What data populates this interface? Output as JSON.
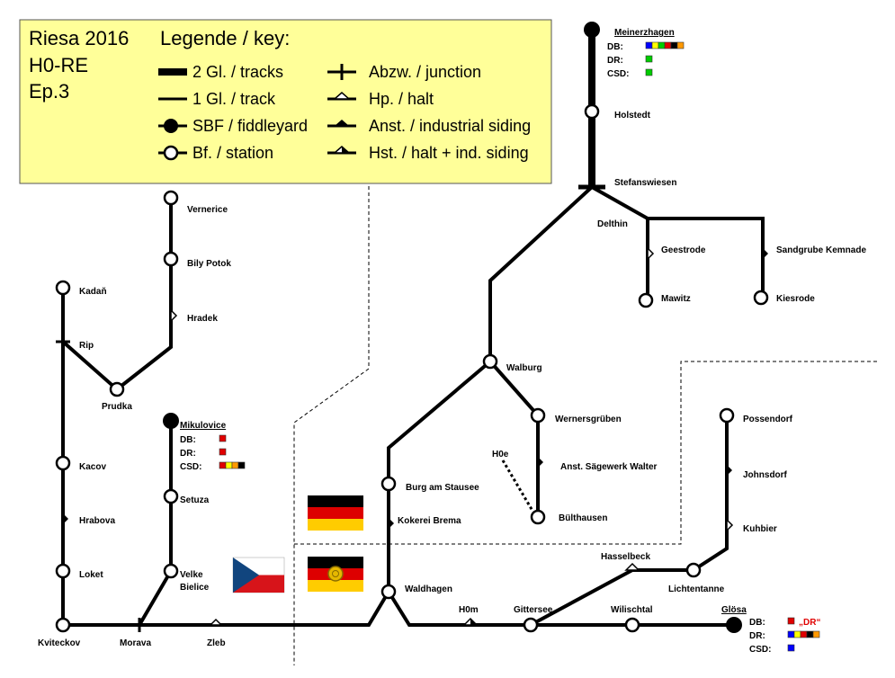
{
  "legend": {
    "title_lines": [
      "Riesa 2016",
      "H0-RE",
      "Ep.3"
    ],
    "heading": "Legende / key:",
    "items": {
      "tracks2": "2 Gl. / tracks",
      "track1": "1 Gl. / track",
      "fiddleyard": "SBF / fiddleyard",
      "station": "Bf. / station",
      "junction": "Abzw. / junction",
      "halt": "Hp. / halt",
      "industrial": "Anst. / industrial siding",
      "halt_siding": "Hst. / halt + ind. siding"
    }
  },
  "stations": {
    "meinerzhagen": "Meinerzhagen",
    "holstedt": "Holstedt",
    "stefanswiesen": "Stefanswiesen",
    "delthin": "Delthin",
    "geestrode": "Geestrode",
    "sandgrube": "Sandgrube Kemnade",
    "mawitz": "Mawitz",
    "kiesrode": "Kiesrode",
    "walburg": "Walburg",
    "wernersgrueben": "Wernersgrüben",
    "saegewerk": "Anst. Sägewerk Walter",
    "h0e": "H0e",
    "buelthausen": "Bülthausen",
    "burg": "Burg am Stausee",
    "kokerei": "Kokerei Brema",
    "waldhagen": "Waldhagen",
    "h0m": "H0m",
    "gittersee": "Gittersee",
    "hasselbeck": "Hasselbeck",
    "lichtentanne": "Lichtentanne",
    "wilischtal": "Wilischtal",
    "gloesa": "Glösa",
    "possendorf": "Possendorf",
    "johnsdorf": "Johnsdorf",
    "kuhbier": "Kuhbier",
    "vernerice": "Vernerice",
    "bily_potok": "Bily Potok",
    "hradek": "Hradek",
    "kadan": "Kadaň",
    "rip": "Rip",
    "prudka": "Prudka",
    "mikulovice": "Mikulovice",
    "setuza": "Setuza",
    "velke_bielice_1": "Velke",
    "velke_bielice_2": "Bielice",
    "kacov": "Kacov",
    "hrabova": "Hrabova",
    "loket": "Loket",
    "kviteckov": "Kviteckov",
    "morava": "Morava",
    "zleb": "Zleb"
  },
  "operators": {
    "meinerzhagen": [
      {
        "label": "DB:",
        "colors": [
          "#0000ff",
          "#ffff00",
          "#00cc00",
          "#e00000",
          "#000000",
          "#ff9900"
        ]
      },
      {
        "label": "DR:",
        "colors": [
          "#00cc00"
        ]
      },
      {
        "label": "CSD:",
        "colors": [
          "#00cc00"
        ]
      }
    ],
    "mikulovice": [
      {
        "label": "DB:",
        "colors": [
          "#e00000"
        ]
      },
      {
        "label": "DR:",
        "colors": [
          "#e00000"
        ]
      },
      {
        "label": "CSD:",
        "colors": [
          "#e00000",
          "#ffff00",
          "#ff9900",
          "#000000"
        ]
      }
    ],
    "gloesa": [
      {
        "label": "DB:",
        "colors": [
          "#e00000"
        ],
        "note": "„DR“"
      },
      {
        "label": "DR:",
        "colors": [
          "#0000ff",
          "#ffff00",
          "#e00000",
          "#000000",
          "#ff9900"
        ]
      },
      {
        "label": "CSD:",
        "colors": [
          "#0000ff"
        ]
      }
    ]
  },
  "colors": {
    "legend_bg": "#ffff99",
    "track": "#000000",
    "flag_de": [
      "#000000",
      "#dd0000",
      "#ffcc00"
    ],
    "flag_cz": [
      "#ffffff",
      "#d7141a",
      "#11457e"
    ]
  }
}
